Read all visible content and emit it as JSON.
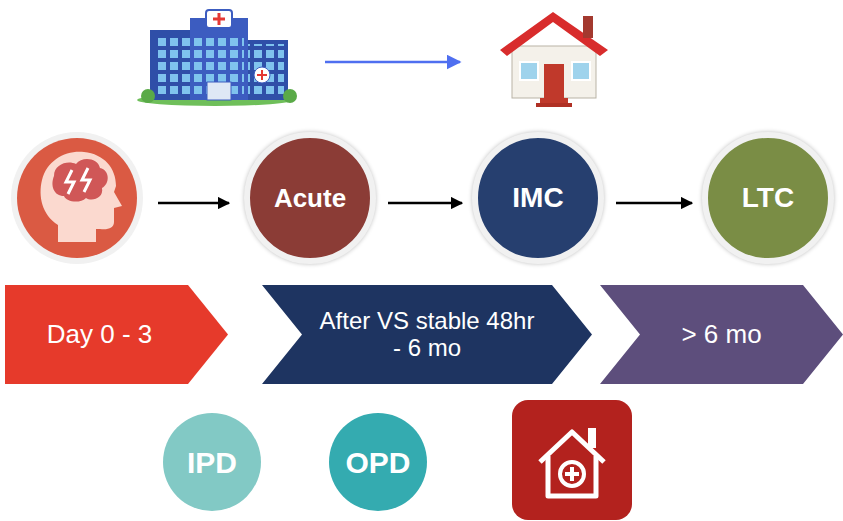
{
  "diagram": {
    "nodes": [
      {
        "text": [
          "Acute"
        ]
      },
      {
        "text": [
          "IMC"
        ]
      },
      {
        "text": [
          "LTC"
        ]
      },
      {
        "text": [
          "Day 0 - 3"
        ]
      },
      {
        "text": [
          "After VS stable 48hr - 6 mo"
        ]
      },
      {
        "text": [
          "> 6 mo"
        ]
      },
      {
        "text": [
          "IPD"
        ]
      },
      {
        "text": [
          "OPD"
        ]
      }
    ],
    "edges": [
      {
        "from": 0,
        "to": 1,
        "arrow": "to"
      },
      {
        "from": 1,
        "to": 2,
        "arrow": "to"
      }
    ]
  }
}
